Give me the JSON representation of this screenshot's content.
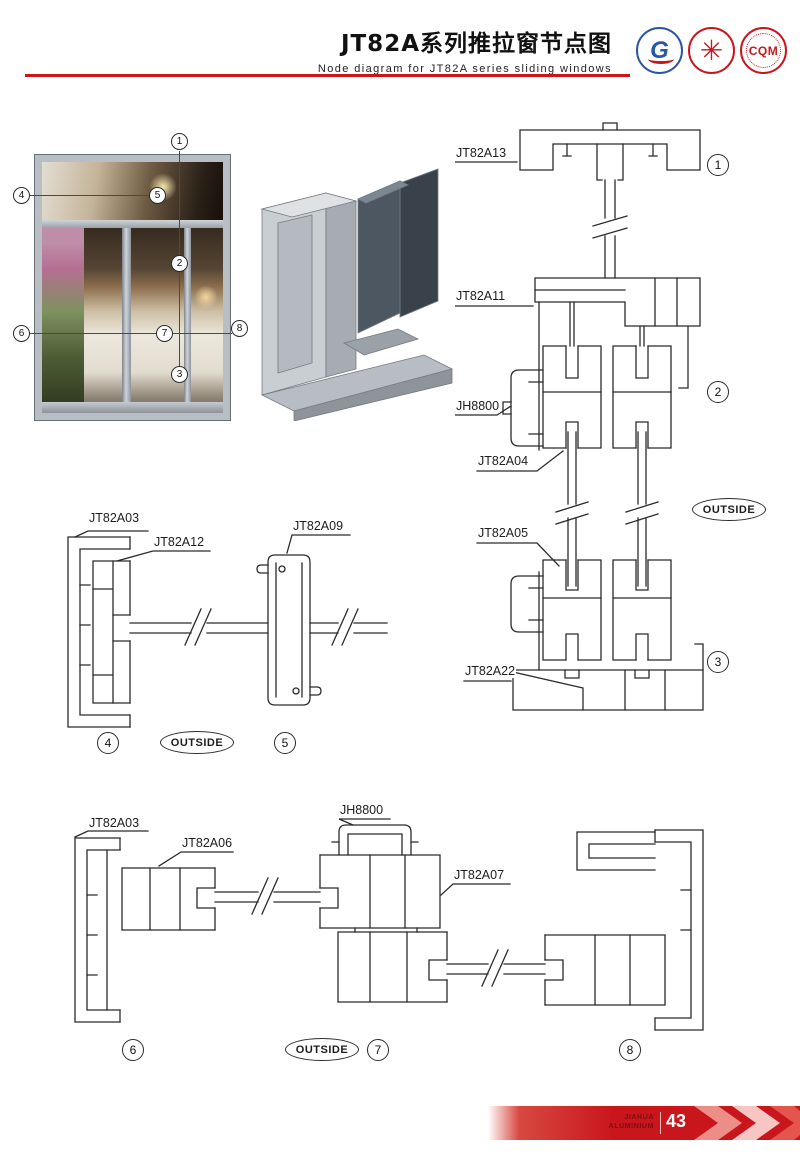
{
  "header": {
    "title": "JT82A系列推拉窗节点图",
    "subtitle": "Node diagram for JT82A series sliding windows",
    "logos": [
      {
        "icon": "g-certification-logo",
        "text": "G"
      },
      {
        "icon": "starburst-certification-logo",
        "text": "✳"
      },
      {
        "icon": "cqm-certification-logo",
        "text": "CQM"
      }
    ]
  },
  "colors": {
    "accent_red": "#c9161d",
    "diagram_line": "#2b2b2b"
  },
  "photo": {
    "callouts": [
      "1",
      "2",
      "3",
      "4",
      "5",
      "6",
      "7",
      "8"
    ]
  },
  "sections": {
    "right": {
      "parts": {
        "top_frame": "JT82A13",
        "mid_frame": "JT82A11",
        "clip": "JH8800",
        "upper_sash": "JT82A04",
        "lower_sash": "JT82A05",
        "sill": "JT82A22"
      },
      "callouts": [
        "1",
        "2",
        "3"
      ],
      "outside": "OUTSIDE"
    },
    "middle": {
      "parts": {
        "jamb": "JT82A03",
        "jamb_sash": "JT82A12",
        "interlock": "JT82A09"
      },
      "callouts": [
        "4",
        "5"
      ],
      "outside": "OUTSIDE"
    },
    "bottom": {
      "parts": {
        "jamb": "JT82A03",
        "sash": "JT82A06",
        "clip": "JH8800",
        "meeting_stile": "JT82A07"
      },
      "callouts": [
        "6",
        "7",
        "8"
      ],
      "outside": "OUTSIDE"
    }
  },
  "footer": {
    "brand_line1": "JIAHUA",
    "brand_line2": "ALUMINIUM",
    "page_number": "43"
  }
}
